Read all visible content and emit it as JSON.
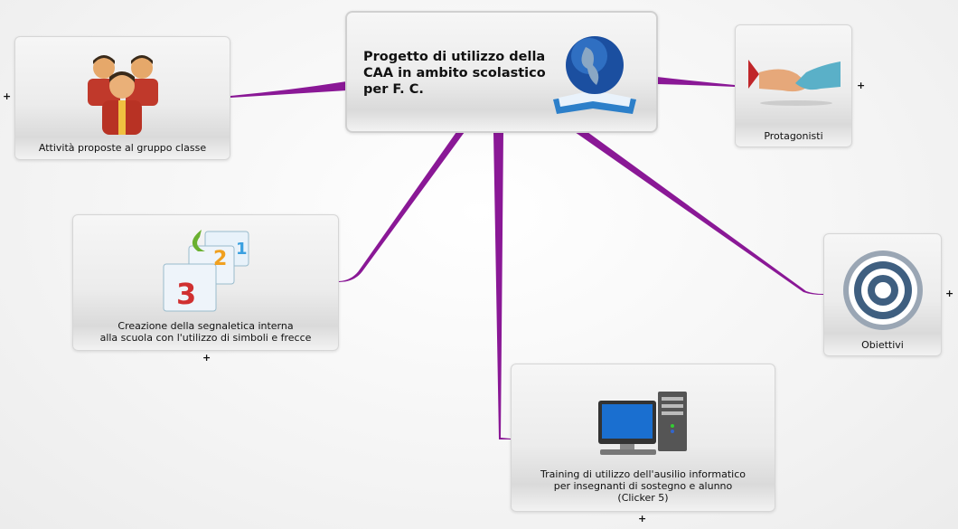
{
  "central": {
    "title": "Progetto di utilizzo della\nCAA in ambito scolastico\nper F. C.",
    "icon": "globe-book-icon"
  },
  "nodes": [
    {
      "label": "Attività proposte al gruppo classe",
      "icon": "group-people-icon",
      "expand": "+"
    },
    {
      "label": "Protagonisti",
      "icon": "handshake-icon",
      "expand": "+"
    },
    {
      "label": "Creazione della segnaletica interna\nalla scuola con l'utilizzo di simboli e frecce",
      "icon": "numbered-steps-icon",
      "expand": "+"
    },
    {
      "label": "Obiettivi",
      "icon": "target-icon",
      "expand": "+"
    },
    {
      "label": "Training di utilizzo dell'ausilio informatico\nper insegnanti di sostegno e alunno\n(Clicker 5)",
      "icon": "computer-icon",
      "expand": "+"
    }
  ],
  "colors": {
    "connector": "#8a1896"
  }
}
